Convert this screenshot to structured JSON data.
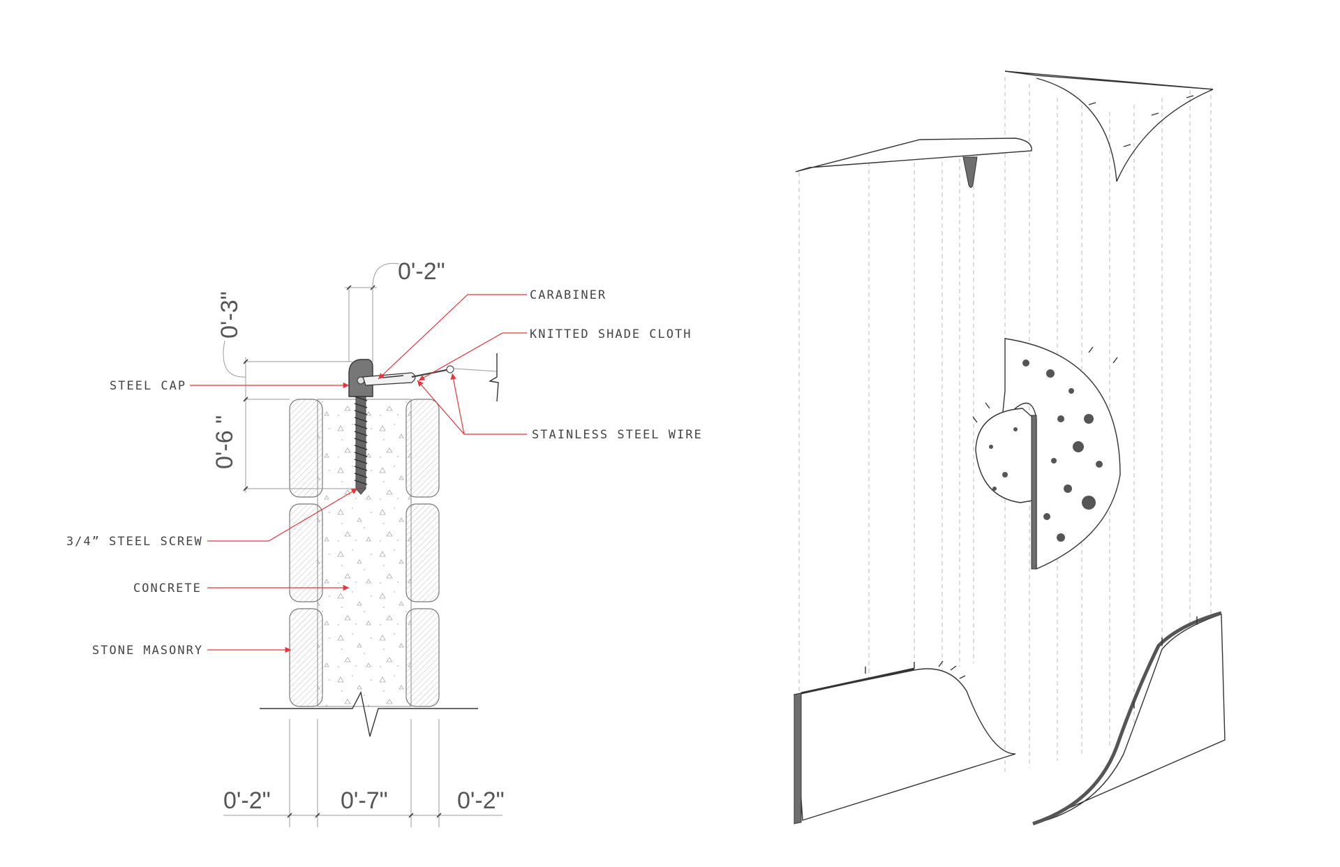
{
  "section": {
    "dimensions": {
      "cap_width": "0'-2\"",
      "cap_height": "0'-3\"",
      "screw_depth": "0'-6 \"",
      "left_masonry": "0'-2\"",
      "concrete_core": "0'-7\"",
      "right_masonry": "0'-2\""
    },
    "callouts": {
      "carabiner": "CARABINER",
      "shade_cloth": "KNITTED SHADE CLOTH",
      "steel_cap": "STEEL CAP",
      "steel_wire": "STAINLESS STEEL WIRE",
      "steel_screw": "3/4” STEEL SCREW",
      "concrete": "CONCRETE",
      "stone_masonry": "STONE MASONRY"
    },
    "colors": {
      "leader": "#e8333a",
      "text": "#444444"
    }
  }
}
